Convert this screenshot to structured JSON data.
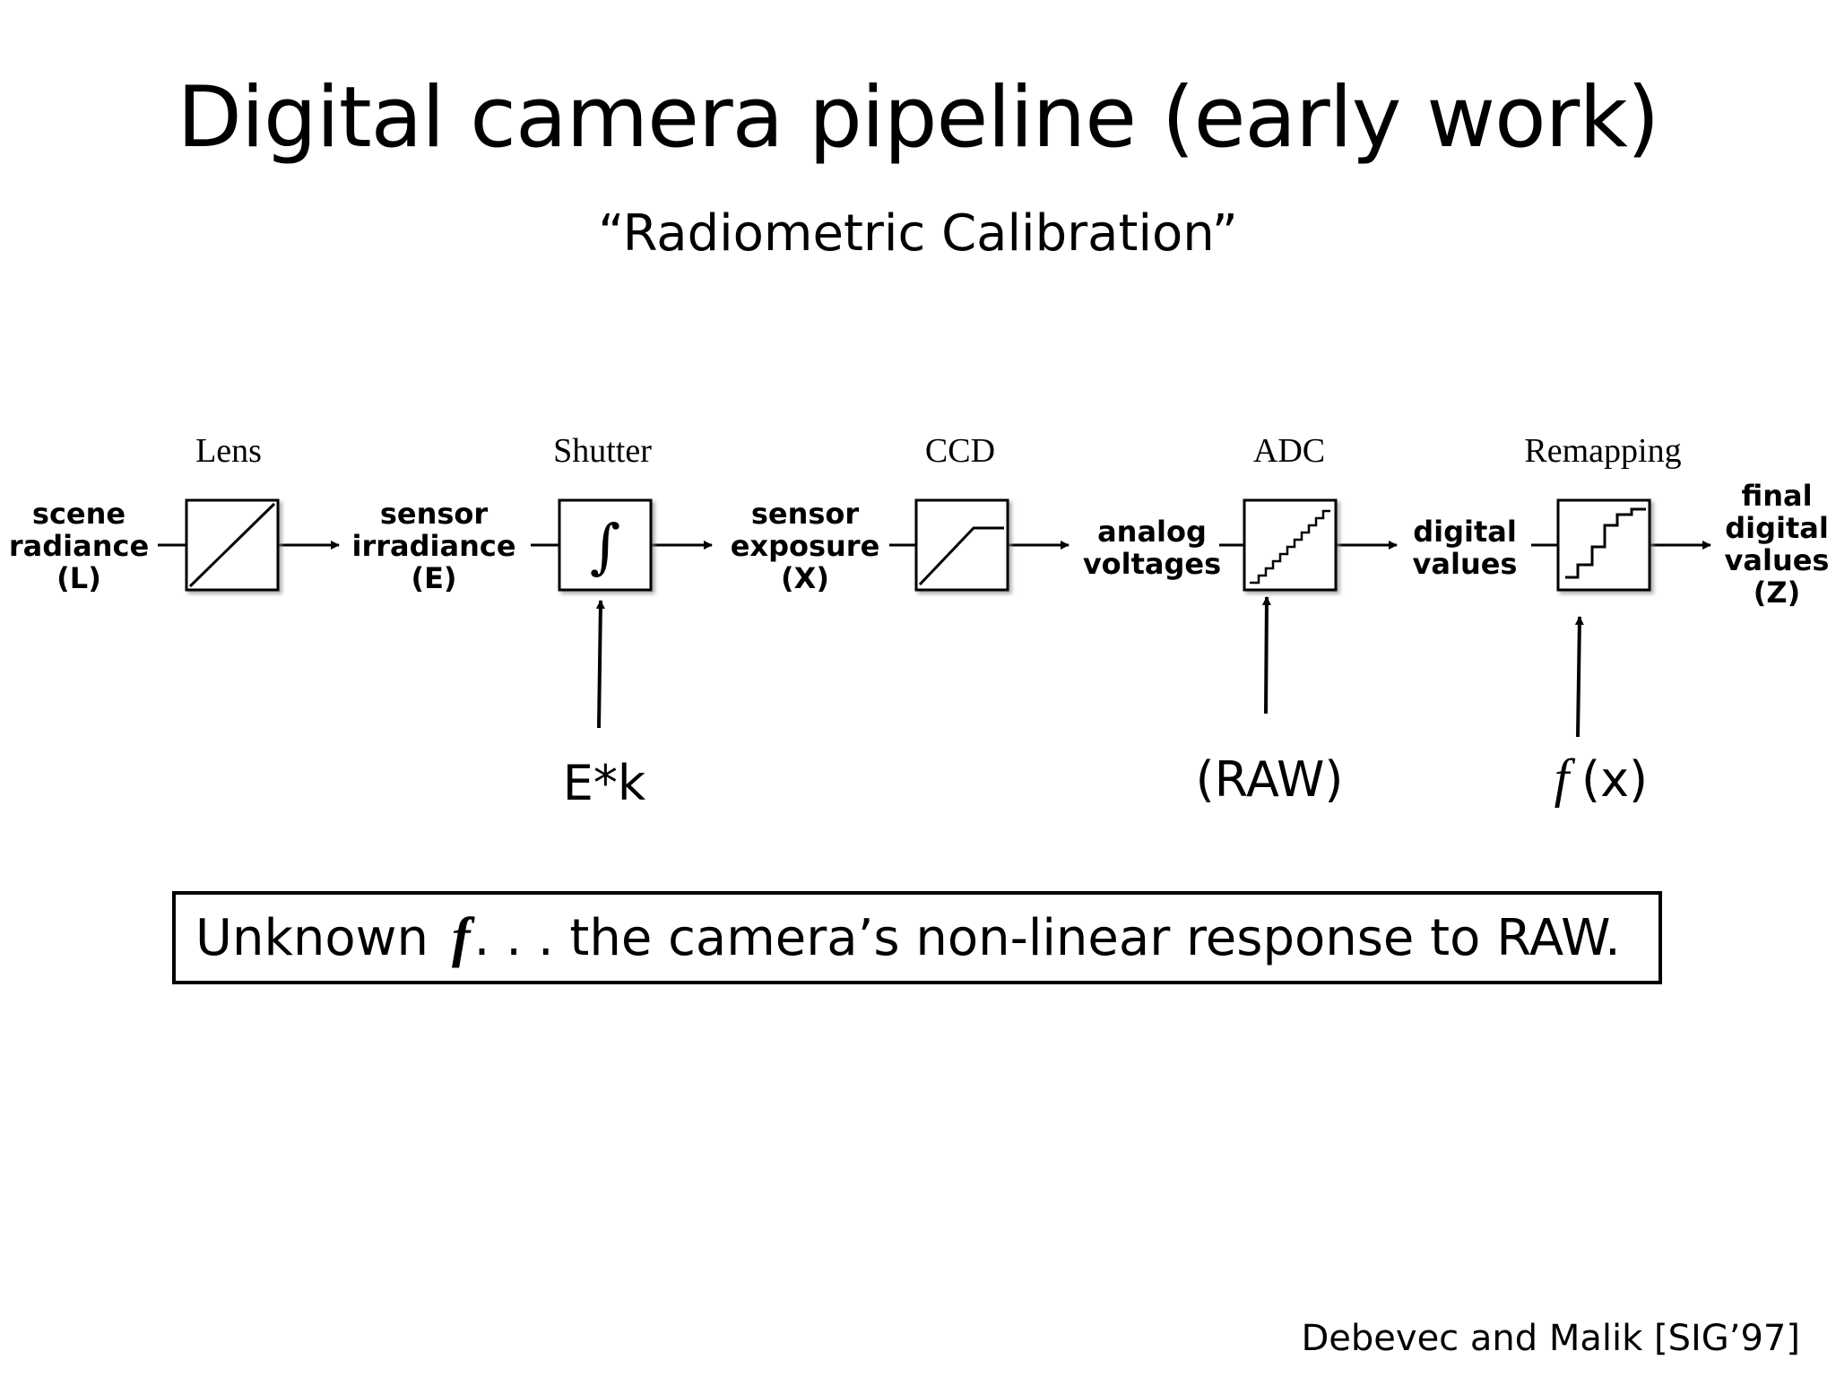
{
  "slide": {
    "title": "Digital camera pipeline (early work)",
    "subtitle": "“Radiometric Calibration”",
    "citation": "Debevec and Malik [SIG’97]"
  },
  "pipeline": {
    "stages": [
      {
        "name": "Lens",
        "icon": "diagonal-line-icon"
      },
      {
        "name": "Shutter",
        "icon": "integral-icon",
        "symbol": "∫"
      },
      {
        "name": "CCD",
        "icon": "clipped-ramp-icon"
      },
      {
        "name": "ADC",
        "icon": "fine-staircase-icon"
      },
      {
        "name": "Remapping",
        "icon": "coarse-staircase-icon"
      }
    ],
    "signals": [
      {
        "lines": [
          "scene",
          "radiance",
          "(L)"
        ]
      },
      {
        "lines": [
          "sensor",
          "irradiance",
          "(E)"
        ]
      },
      {
        "lines": [
          "sensor",
          "exposure",
          "(X)"
        ]
      },
      {
        "lines": [
          "analog",
          "voltages"
        ]
      },
      {
        "lines": [
          "digital",
          "values"
        ]
      },
      {
        "lines": [
          "final",
          "digital",
          "values",
          "(Z)"
        ]
      }
    ],
    "annotations": {
      "shutter": "E*k",
      "adc": "(RAW)",
      "remapping_f": "f",
      "remapping_x": "(x)"
    }
  },
  "note": {
    "prefix": "Unknown",
    "symbol": "f",
    "suffix": ". . . the camera’s non-linear response to RAW."
  }
}
